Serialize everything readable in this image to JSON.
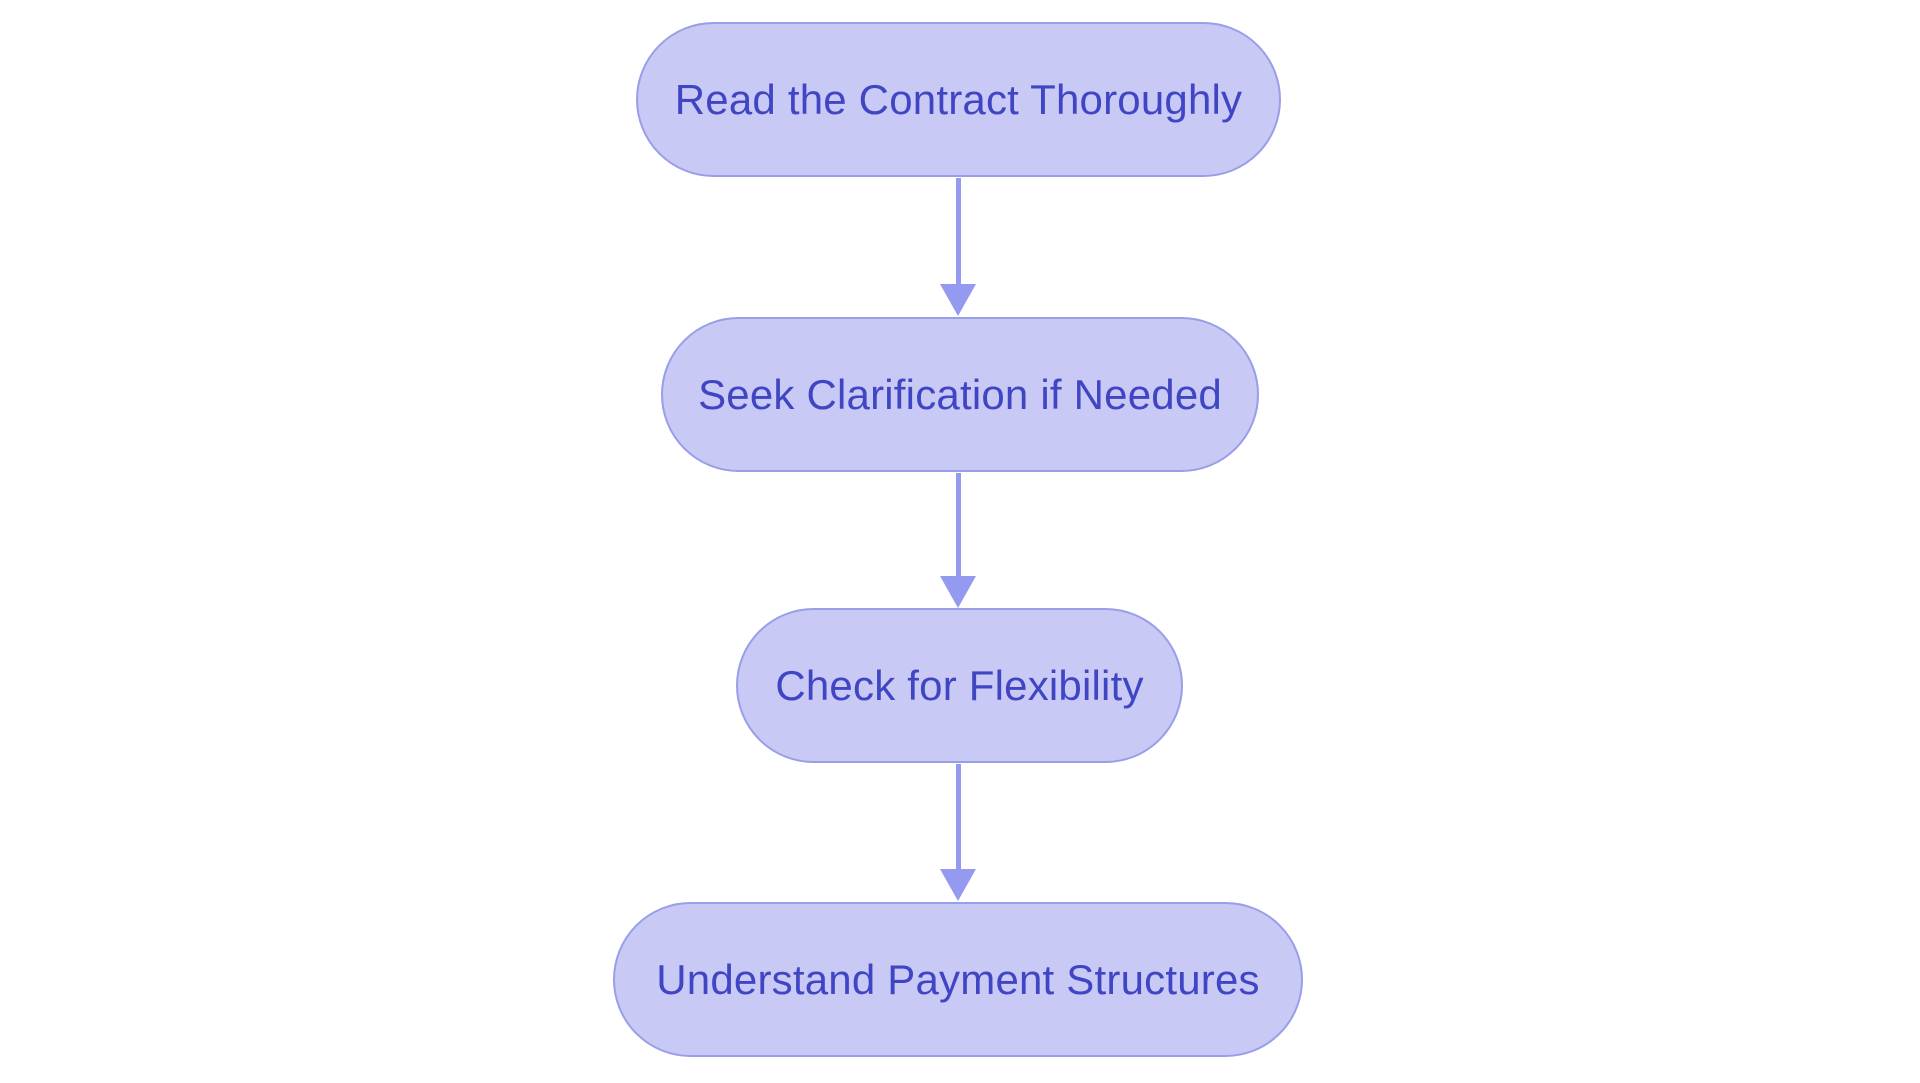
{
  "diagram": {
    "type": "flowchart",
    "direction": "top-down",
    "nodes": [
      {
        "id": "n1",
        "shape": "stadium",
        "label": "Read the Contract Thoroughly"
      },
      {
        "id": "n2",
        "shape": "stadium",
        "label": "Seek Clarification if Needed"
      },
      {
        "id": "n3",
        "shape": "stadium",
        "label": "Check for Flexibility"
      },
      {
        "id": "n4",
        "shape": "stadium",
        "label": "Understand Payment Structures"
      }
    ],
    "edges": [
      {
        "from": "n1",
        "to": "n2",
        "style": "arrow"
      },
      {
        "from": "n2",
        "to": "n3",
        "style": "arrow"
      },
      {
        "from": "n3",
        "to": "n4",
        "style": "arrow"
      }
    ],
    "theme": {
      "node_fill": "#c8c9f4",
      "node_border": "#999ee9",
      "node_text": "#4045c4",
      "arrow": "#939af0",
      "background": "#ffffff"
    }
  }
}
